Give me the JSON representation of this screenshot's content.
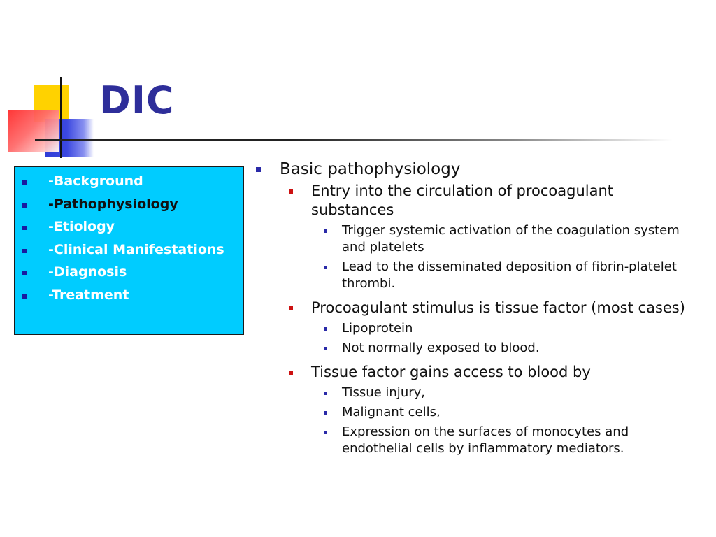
{
  "slide": {
    "title": "DIC"
  },
  "nav": {
    "items": [
      {
        "label": "-Background",
        "active": false
      },
      {
        "label": "-Pathophysiology",
        "active": true
      },
      {
        "label": "-Etiology",
        "active": false
      },
      {
        "label": "-Clinical Manifestations",
        "active": false
      },
      {
        "label": "-Diagnosis",
        "active": false
      },
      {
        "label": "-Treatment",
        "active": false
      }
    ]
  },
  "content": {
    "heading": "Basic pathophysiology",
    "points": [
      {
        "text": "Entry into the circulation of procoagulant substances",
        "subpoints": [
          "Trigger systemic activation of the coagulation system and platelets",
          "Lead to the disseminated deposition of fibrin-platelet thrombi."
        ]
      },
      {
        "text": "Procoagulant stimulus is tissue factor (most cases)",
        "subpoints": [
          "Lipoprotein",
          "Not normally exposed to blood."
        ]
      },
      {
        "text": "Tissue factor gains access to blood by",
        "subpoints": [
          "Tissue injury,",
          "Malignant cells,",
          "Expression on the surfaces of monocytes and endothelial cells by inflammatory mediators."
        ]
      }
    ]
  },
  "colors": {
    "title": "#2e2e9a",
    "nav_background": "#00ccff",
    "nav_text": "#ffffff",
    "nav_active_text": "#111111",
    "bullet_level1": "#2a2aa8",
    "bullet_level2": "#cc1111"
  }
}
